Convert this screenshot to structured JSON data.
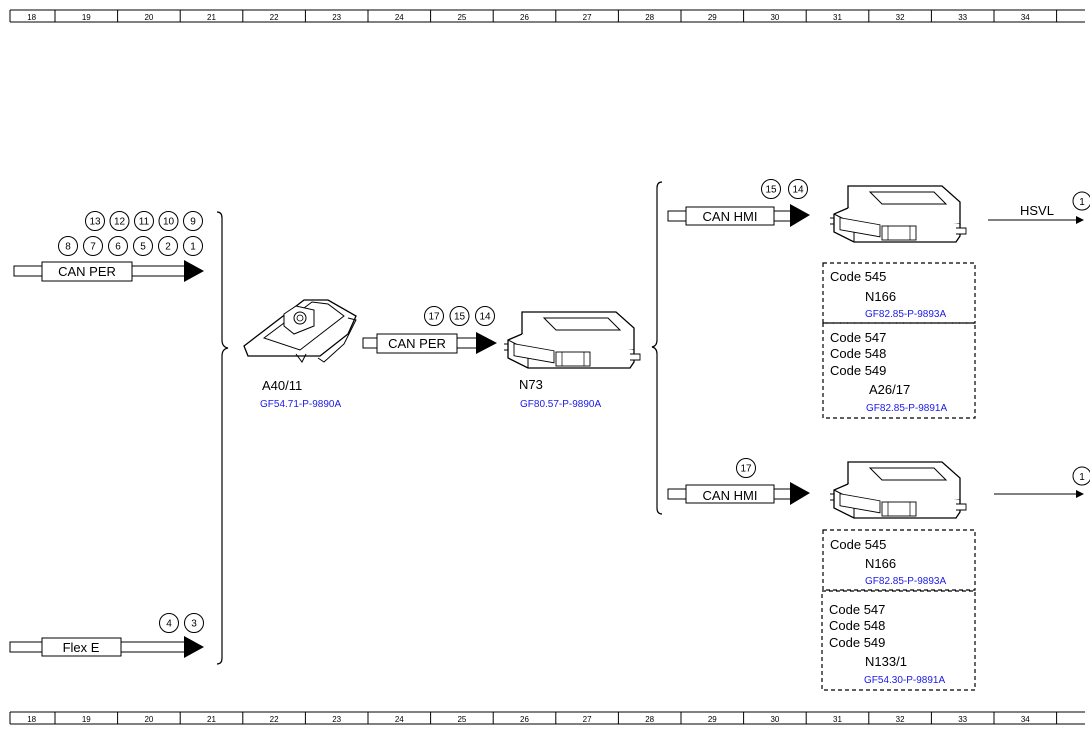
{
  "ruler": {
    "numbers": [
      "18",
      "19",
      "20",
      "21",
      "22",
      "23",
      "24",
      "25",
      "26",
      "27",
      "28",
      "29",
      "30",
      "31",
      "32",
      "33",
      "34"
    ]
  },
  "left_bus": {
    "label": "CAN PER",
    "markers_top": [
      "13",
      "12",
      "11",
      "10",
      "9"
    ],
    "markers_bottom": [
      "8",
      "7",
      "6",
      "5",
      "2",
      "1"
    ]
  },
  "flex_bus": {
    "label": "Flex E",
    "markers": [
      "4",
      "3"
    ]
  },
  "a40": {
    "name": "A40/11",
    "ref": "GF54.71-P-9890A"
  },
  "mid_bus": {
    "label": "CAN PER",
    "markers": [
      "17",
      "15",
      "14"
    ]
  },
  "n73": {
    "name": "N73",
    "ref": "GF80.57-P-9890A"
  },
  "upper_branch": {
    "bus_label": "CAN HMI",
    "markers": [
      "15",
      "14"
    ],
    "out_label": "HSVL",
    "out_marker": "1",
    "box1": {
      "codes": [
        "Code 545"
      ],
      "name": "N166",
      "ref": "GF82.85-P-9893A"
    },
    "box2": {
      "codes": [
        "Code 547",
        "Code 548",
        "Code 549"
      ],
      "name": "A26/17",
      "ref": "GF82.85-P-9891A"
    }
  },
  "lower_branch": {
    "bus_label": "CAN HMI",
    "markers": [
      "17"
    ],
    "out_marker": "1",
    "box1": {
      "codes": [
        "Code 545"
      ],
      "name": "N166",
      "ref": "GF82.85-P-9893A"
    },
    "box2": {
      "codes": [
        "Code 547",
        "Code 548",
        "Code 549"
      ],
      "name": "N133/1",
      "ref": "GF54.30-P-9891A"
    }
  }
}
